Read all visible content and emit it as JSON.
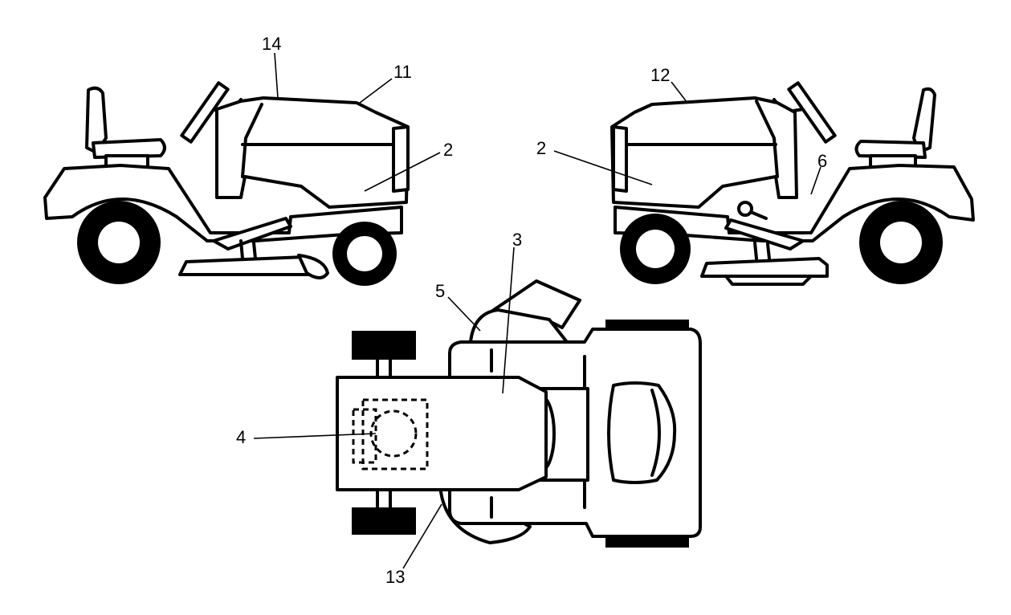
{
  "callouts": {
    "c14": "14",
    "c11": "11",
    "c2_left": "2",
    "c12": "12",
    "c2_right": "2",
    "c6": "6",
    "c3": "3",
    "c5": "5",
    "c4": "4",
    "c13": "13"
  },
  "colors": {
    "line": "#000000",
    "background": "#ffffff"
  }
}
